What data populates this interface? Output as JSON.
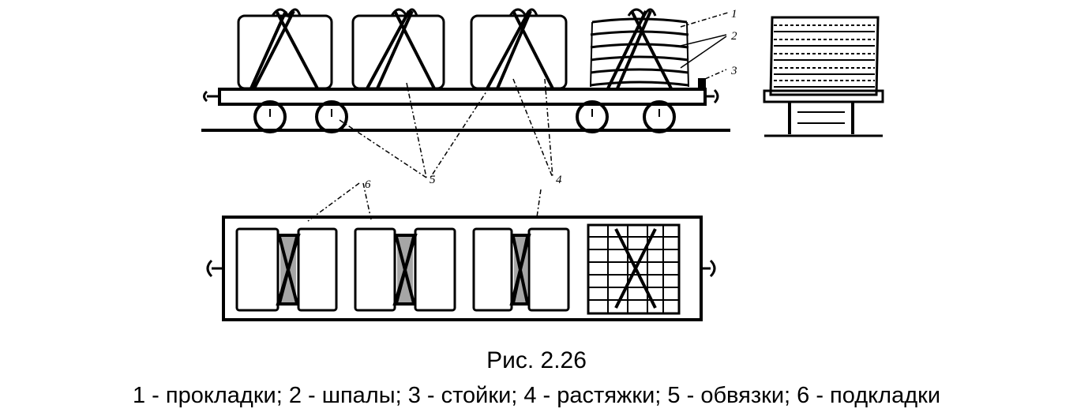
{
  "figure": {
    "callouts": {
      "c1": "1",
      "c2": "2",
      "c3": "3",
      "c4": "4",
      "c5": "5",
      "c6": "6"
    },
    "caption_title": "Рис. 2.26",
    "caption_legend": "1 - прокладки; 2 - шпалы; 3 - стойки; 4 - растяжки; 5 - обвязки; 6 - подкладки"
  }
}
